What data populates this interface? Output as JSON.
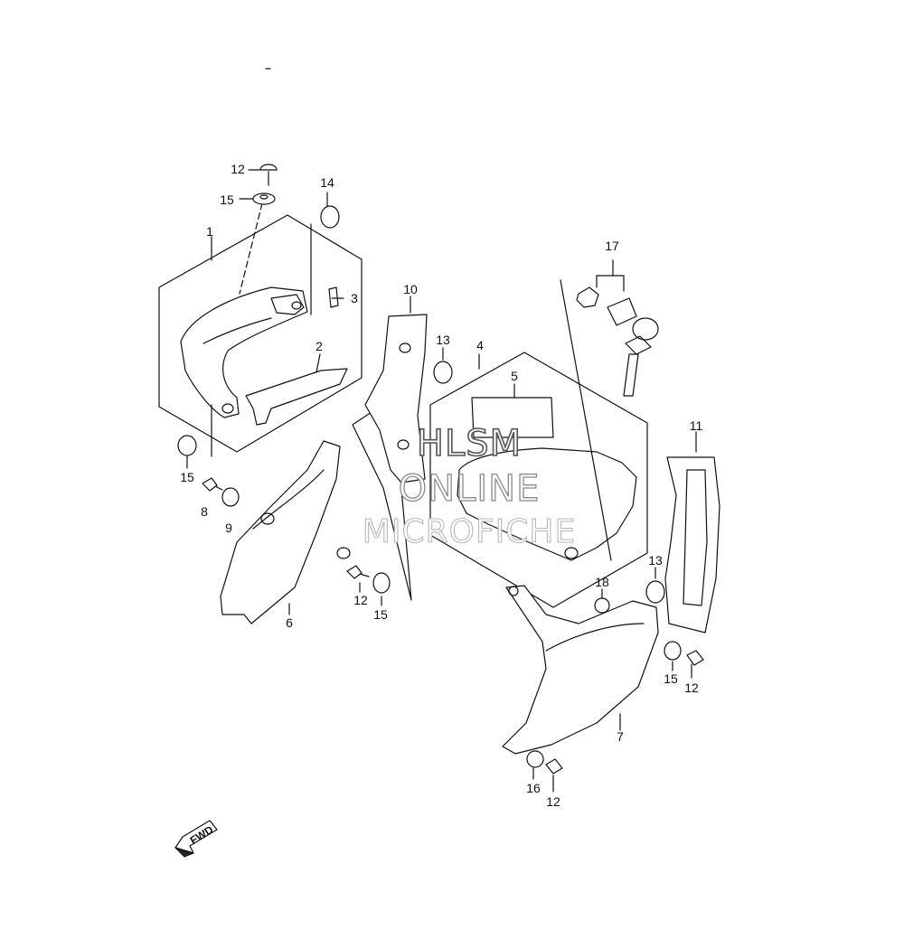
{
  "diagram": {
    "labels": {
      "p1": "1",
      "p2": "2",
      "p3": "3",
      "p4": "4",
      "p5": "5",
      "p6": "6",
      "p7": "7",
      "p8": "8",
      "p9": "9",
      "p10": "10",
      "p11": "11",
      "p12a": "12",
      "p12b": "12",
      "p12c": "12",
      "p12d": "12",
      "p13a": "13",
      "p13b": "13",
      "p14": "14",
      "p15a": "15",
      "p15b": "15",
      "p15c": "15",
      "p15d": "15",
      "p16": "16",
      "p17": "17",
      "p18": "18"
    },
    "fwd_label": "FWD",
    "watermark": {
      "line1": "HLSM",
      "line2": "ONLINE",
      "line3": "MICROFICHE"
    },
    "colors": {
      "line": "#111111",
      "fill": "#ffffff",
      "shade": "#d9d9d9"
    }
  }
}
